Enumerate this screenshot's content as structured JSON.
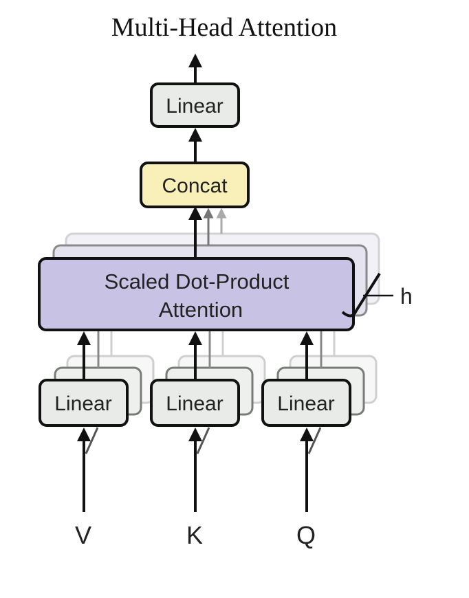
{
  "title": "Multi-Head Attention",
  "blocks": {
    "top_linear": "Linear",
    "concat": "Concat",
    "attention_line1": "Scaled Dot-Product",
    "attention_line2": "Attention",
    "heads_label": "h",
    "linear_v": "Linear",
    "linear_k": "Linear",
    "linear_q": "Linear"
  },
  "inputs": {
    "v": "V",
    "k": "K",
    "q": "Q"
  },
  "colors": {
    "linear_fill": "#e8ebe8",
    "concat_fill": "#f8f0b8",
    "attention_fill": "#c8c2e4",
    "stroke": "#111111",
    "shadow_stroke": "#bdbdbd"
  }
}
